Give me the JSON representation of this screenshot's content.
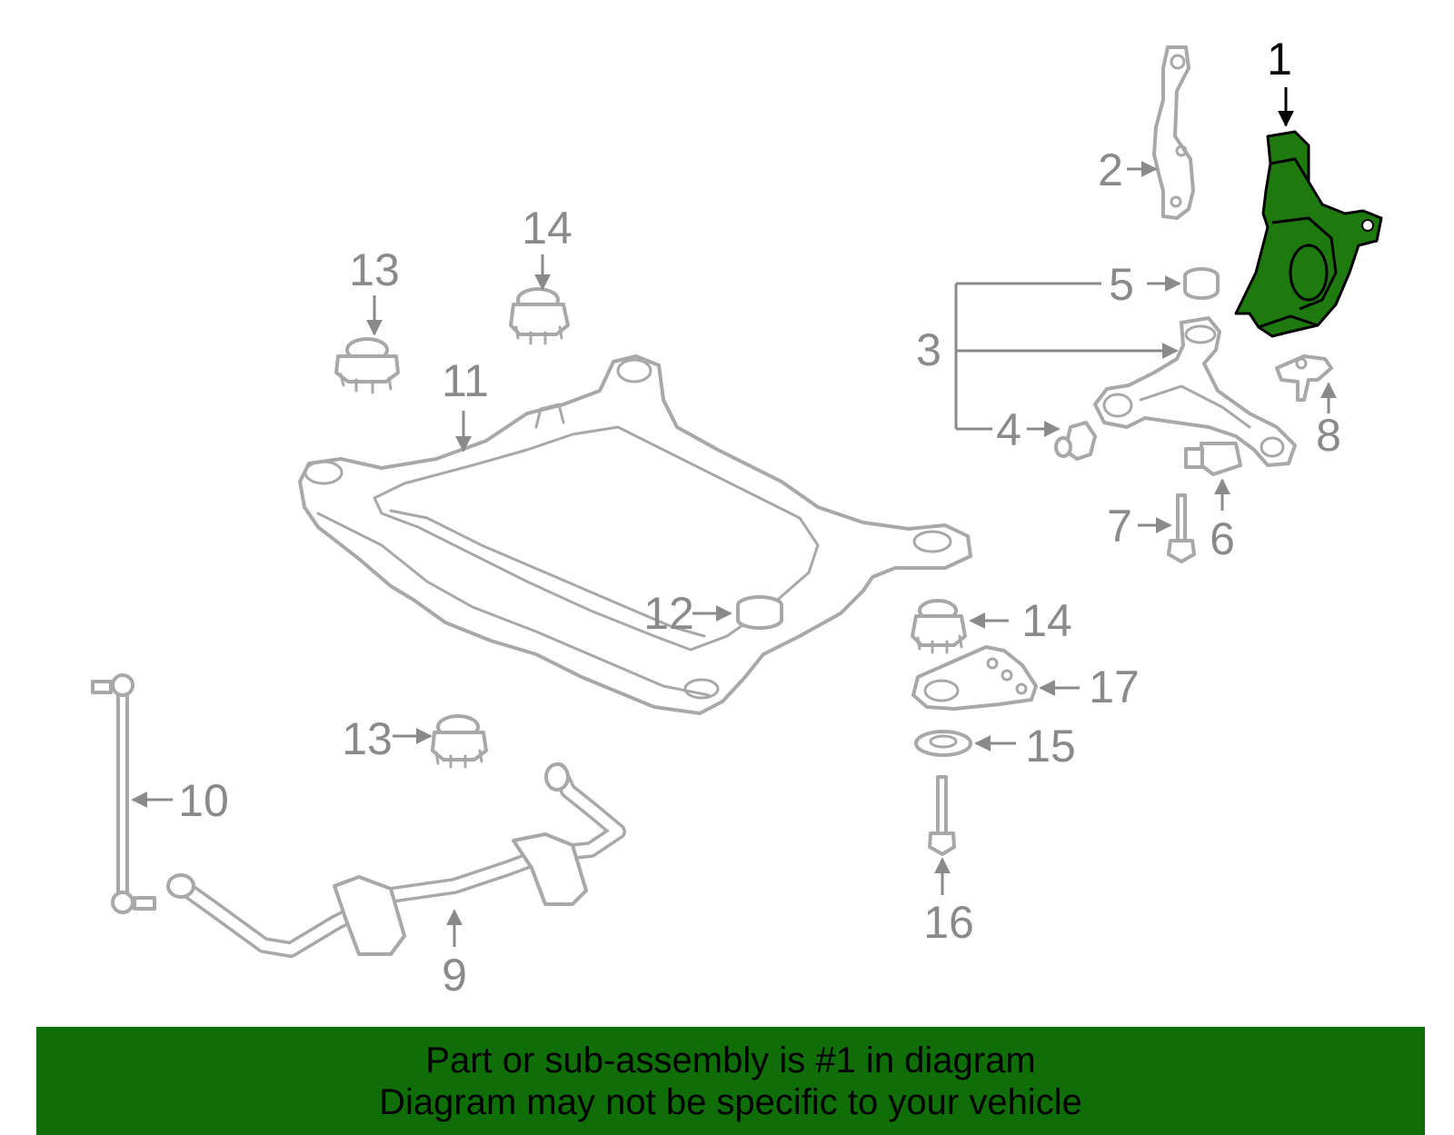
{
  "diagram": {
    "callouts": {
      "c1": "1",
      "c2": "2",
      "c3": "3",
      "c4": "4",
      "c5": "5",
      "c6": "6",
      "c7": "7",
      "c8": "8",
      "c9": "9",
      "c10": "10",
      "c11": "11",
      "c12": "12",
      "c13a": "13",
      "c13b": "13",
      "c14a": "14",
      "c14b": "14",
      "c15": "15",
      "c16": "16",
      "c17": "17"
    },
    "highlighted_part": "1",
    "colors": {
      "highlight": "#1e7a0f",
      "banner": "#0f6e08",
      "line_art": "#a8a8a8"
    }
  },
  "banner": {
    "line1": "Part or sub-assembly is #1 in diagram",
    "line2": "Diagram may not be specific to your vehicle"
  }
}
